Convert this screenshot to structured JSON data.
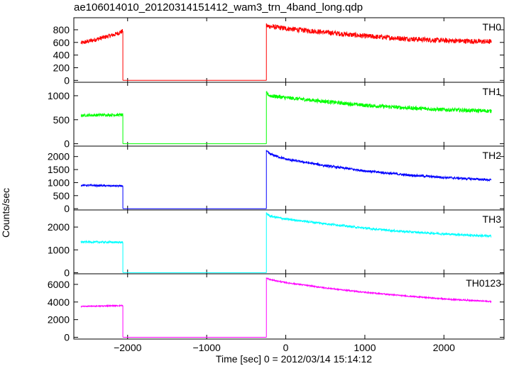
{
  "chart_data": {
    "type": "line",
    "title": "ae106014010_20120314151412_wam3_trn_4band_long.qdp",
    "xlabel": "Time [sec] 0 = 2012/03/14 15:14:12",
    "ylabel": "Counts/sec",
    "xlim": [
      -2680,
      2760
    ],
    "x_ticks": [
      -2000,
      -1000,
      0,
      1000,
      2000
    ],
    "x_tick_labels": [
      "−2000",
      "−1000",
      "0",
      "1000",
      "2000"
    ],
    "grid": false,
    "panels": [
      {
        "label": "TH0",
        "color": "#ff0000",
        "ylim": [
          -30,
          990
        ],
        "y_ticks": [
          0,
          200,
          400,
          600,
          800
        ],
        "series": [
          {
            "x": [
              -2590,
              -2450,
              -2300,
              -2150,
              -2060
            ],
            "y": [
              590,
              630,
              680,
              730,
              780
            ],
            "noise": 35
          },
          {
            "x": [
              -2060,
              -2055,
              -250,
              -245
            ],
            "y": [
              0,
              0,
              0,
              0
            ],
            "noise": 0
          },
          {
            "x": [
              -245,
              0,
              500,
              1000,
              1500,
              2000,
              2600
            ],
            "y": [
              860,
              820,
              760,
              700,
              660,
              630,
              610
            ],
            "noise": 40
          }
        ]
      },
      {
        "label": "TH1",
        "color": "#00ff00",
        "ylim": [
          -50,
          1280
        ],
        "y_ticks": [
          0,
          500,
          1000
        ],
        "series": [
          {
            "x": [
              -2590,
              -2300,
              -2060
            ],
            "y": [
              590,
              600,
              600
            ],
            "noise": 30
          },
          {
            "x": [
              -2060,
              -2055,
              -250,
              -245
            ],
            "y": [
              0,
              0,
              0,
              0
            ],
            "noise": 0
          },
          {
            "x": [
              -245,
              -200,
              0,
              500,
              1000,
              1500,
              2000,
              2600
            ],
            "y": [
              1050,
              1000,
              960,
              880,
              800,
              750,
              710,
              680
            ],
            "noise": 40
          }
        ]
      },
      {
        "label": "TH2",
        "color": "#0000ff",
        "ylim": [
          -50,
          2400
        ],
        "y_ticks": [
          0,
          500,
          1000,
          1500,
          2000
        ],
        "series": [
          {
            "x": [
              -2590,
              -2300,
              -2060
            ],
            "y": [
              900,
              880,
              870
            ],
            "noise": 35
          },
          {
            "x": [
              -2060,
              -2055,
              -250,
              -245
            ],
            "y": [
              0,
              0,
              0,
              0
            ],
            "noise": 0
          },
          {
            "x": [
              -245,
              -200,
              0,
              500,
              1000,
              1500,
              2000,
              2600
            ],
            "y": [
              2200,
              2100,
              1900,
              1650,
              1450,
              1300,
              1200,
              1100
            ],
            "noise": 45
          }
        ]
      },
      {
        "label": "TH3",
        "color": "#00ffff",
        "ylim": [
          -50,
          2750
        ],
        "y_ticks": [
          0,
          1000,
          2000
        ],
        "series": [
          {
            "x": [
              -2590,
              -2300,
              -2060
            ],
            "y": [
              1350,
              1340,
              1330
            ],
            "noise": 40
          },
          {
            "x": [
              -2060,
              -2055,
              -250,
              -245
            ],
            "y": [
              0,
              0,
              0,
              0
            ],
            "noise": 0
          },
          {
            "x": [
              -245,
              -200,
              0,
              500,
              1000,
              1500,
              2000,
              2600
            ],
            "y": [
              2600,
              2480,
              2350,
              2150,
              1950,
              1800,
              1700,
              1600
            ],
            "noise": 45
          }
        ]
      },
      {
        "label": "TH0123",
        "color": "#ff00ff",
        "ylim": [
          -200,
          7200
        ],
        "y_ticks": [
          0,
          2000,
          4000,
          6000
        ],
        "series": [
          {
            "x": [
              -2590,
              -2300,
              -2060
            ],
            "y": [
              3500,
              3550,
              3600
            ],
            "noise": 60
          },
          {
            "x": [
              -2060,
              -2055,
              -250,
              -245
            ],
            "y": [
              0,
              0,
              0,
              0
            ],
            "noise": 0
          },
          {
            "x": [
              -245,
              -200,
              0,
              500,
              1000,
              1500,
              2000,
              2600
            ],
            "y": [
              6700,
              6550,
              6200,
              5600,
              5100,
              4700,
              4350,
              4050
            ],
            "noise": 70
          }
        ]
      }
    ]
  }
}
